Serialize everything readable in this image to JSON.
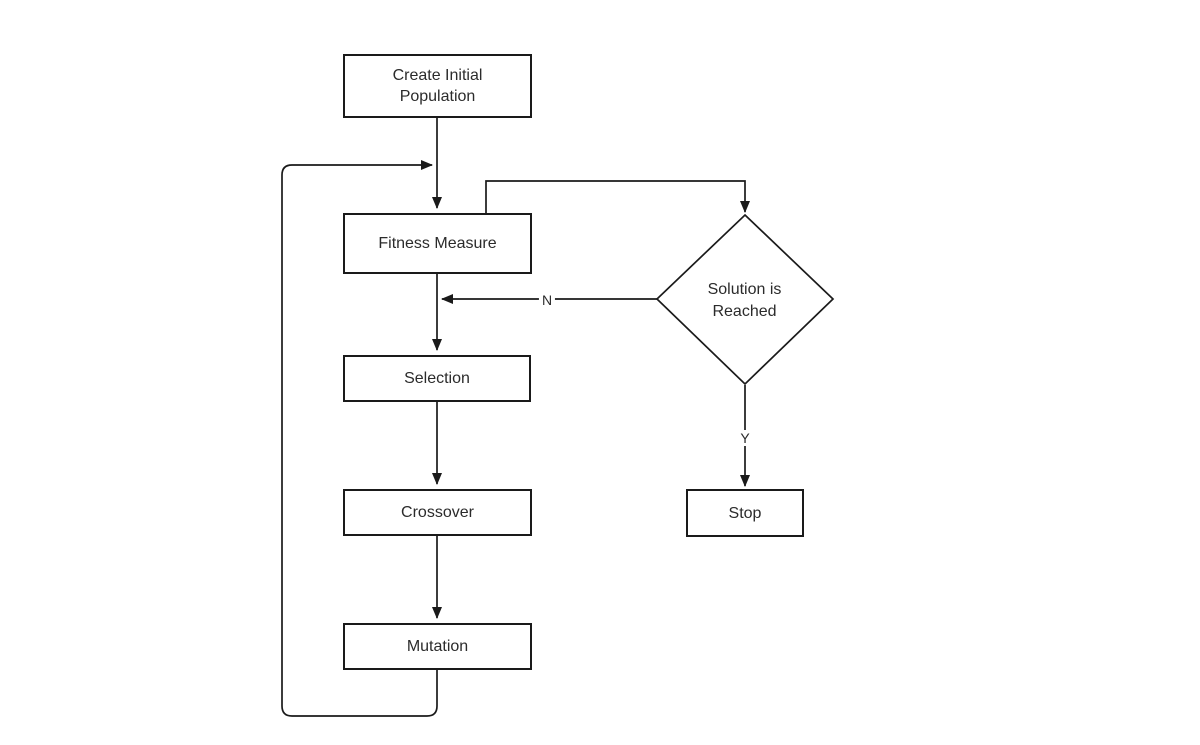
{
  "diagram_type": "flowchart",
  "nodes": {
    "create_initial_population": {
      "label": "Create Initial Population",
      "shape": "rectangle"
    },
    "fitness_measure": {
      "label": "Fitness Measure",
      "shape": "rectangle"
    },
    "selection": {
      "label": "Selection",
      "shape": "rectangle"
    },
    "crossover": {
      "label": "Crossover",
      "shape": "rectangle"
    },
    "mutation": {
      "label": "Mutation",
      "shape": "rectangle"
    },
    "decision": {
      "label": "Solution is Reached",
      "shape": "diamond"
    },
    "stop": {
      "label": "Stop",
      "shape": "rectangle"
    }
  },
  "edge_labels": {
    "no": "N",
    "yes": "Y"
  },
  "edges": [
    {
      "from": "create_initial_population",
      "to": "fitness_measure",
      "label": ""
    },
    {
      "from": "fitness_measure",
      "to": "selection",
      "label": ""
    },
    {
      "from": "selection",
      "to": "crossover",
      "label": ""
    },
    {
      "from": "crossover",
      "to": "mutation",
      "label": ""
    },
    {
      "from": "mutation",
      "to": "fitness_measure",
      "label": "",
      "type": "loop-back"
    },
    {
      "from": "fitness_measure",
      "to": "decision",
      "label": ""
    },
    {
      "from": "decision",
      "to": "fitness_measure",
      "label": "N",
      "type": "merge-into-selection-arrow"
    },
    {
      "from": "decision",
      "to": "stop",
      "label": "Y"
    }
  ],
  "colors": {
    "stroke": "#1a1a1a",
    "text": "#2b2b2b",
    "node_fill": "#ffffff",
    "background": "#ffffff"
  }
}
